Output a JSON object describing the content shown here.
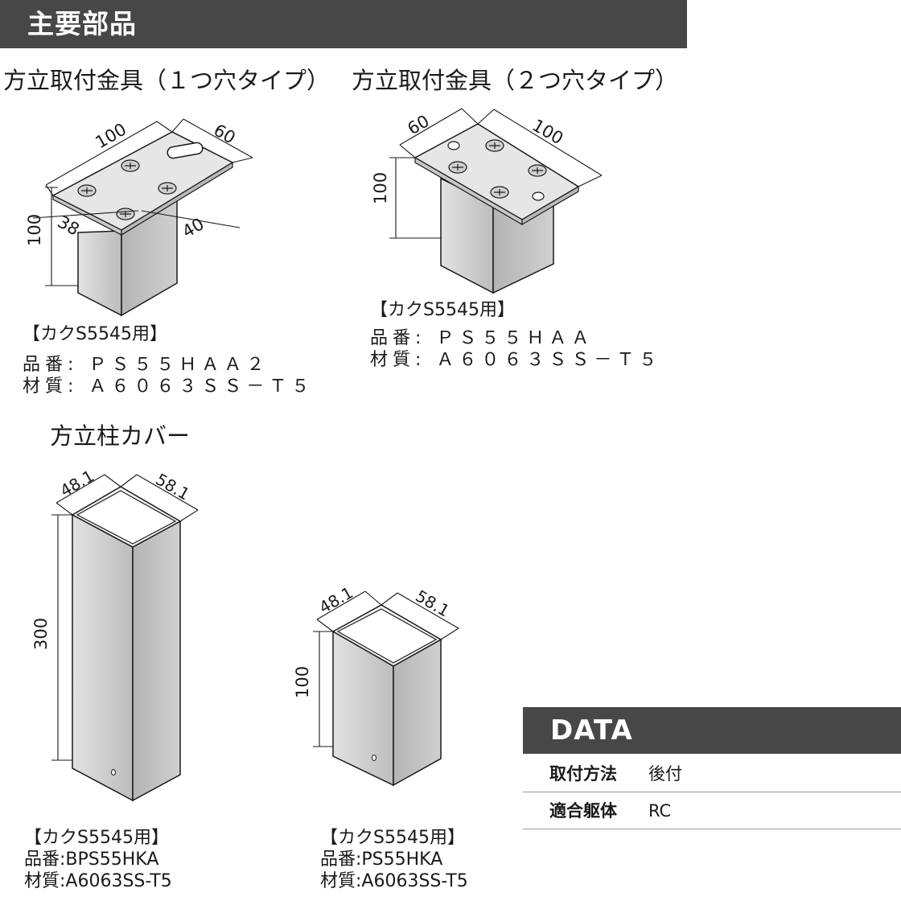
{
  "header": {
    "title": "主要部品"
  },
  "parts": {
    "bracket1": {
      "title": "方立取付金具（１つ穴タイプ）",
      "dims": [
        "100",
        "60",
        "38",
        "40",
        "100"
      ],
      "spec_for": "【カクS5545用】",
      "spec_part": "品番: ＰＳ５５ＨＡＡ２",
      "spec_material": "材質: Ａ６０６３ＳＳ－Ｔ５"
    },
    "bracket2": {
      "title": "方立取付金具（２つ穴タイプ）",
      "dims": [
        "60",
        "100",
        "100"
      ],
      "spec_for": "【カクS5545用】",
      "spec_part": "品番: ＰＳ５５ＨＡＡ",
      "spec_material": "材質: Ａ６０６３ＳＳ－Ｔ５"
    },
    "cover_title": "方立柱カバー",
    "cover_long": {
      "dims": [
        "48.1",
        "58.1",
        "300"
      ],
      "spec_for": "【カクS5545用】",
      "spec_part": "品番:BPS55HKA",
      "spec_material": "材質:A6063SS-T5"
    },
    "cover_short": {
      "dims": [
        "48.1",
        "58.1",
        "100"
      ],
      "spec_for": "【カクS5545用】",
      "spec_part": "品番:PS55HKA",
      "spec_material": "材質:A6063SS-T5"
    }
  },
  "data_table": {
    "title": "DATA",
    "rows": [
      {
        "key": "取付方法",
        "value": "後付"
      },
      {
        "key": "適合躯体",
        "value": "RC"
      }
    ]
  },
  "colors": {
    "header_bg": "#474747",
    "metal_fill": "#d9d9d9",
    "metal_top": "#e6e6e6"
  }
}
